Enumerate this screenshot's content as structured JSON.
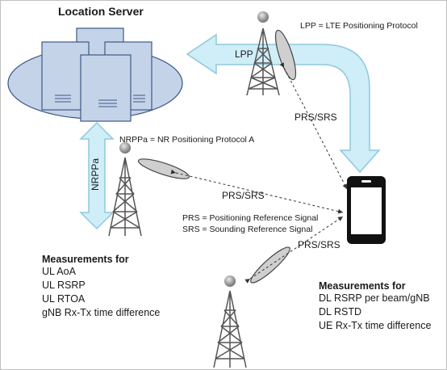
{
  "title": "Location Server",
  "labels": {
    "lpp_def": "LPP = LTE Positioning Protocol",
    "lpp": "LPP",
    "nrppa_def": "NRPPa = NR Positioning Protocol A",
    "nrppa": "NRPPa",
    "prs_srs_1": "PRS/SRS",
    "prs_srs_2": "PRS/SRS",
    "prs_srs_3": "PRS/SRS",
    "prs_def": "PRS = Positioning Reference Signal",
    "srs_def": "SRS = Sounding Reference Signal"
  },
  "left_measurements": {
    "heading": "Measurements for",
    "items": [
      "UL AoA",
      "UL RSRP",
      "UL RTOA",
      "gNB Rx-Tx time difference"
    ]
  },
  "right_measurements": {
    "heading": "Measurements for",
    "items": [
      "DL RSRP per beam/gNB",
      "DL RSTD",
      "UE Rx-Tx time difference"
    ]
  },
  "colors": {
    "arrow_fill": "#cfeef8",
    "arrow_stroke": "#8fc8dc",
    "server_fill": "#c5d3e8",
    "server_stroke": "#3c5a86",
    "tower": "#555555"
  }
}
